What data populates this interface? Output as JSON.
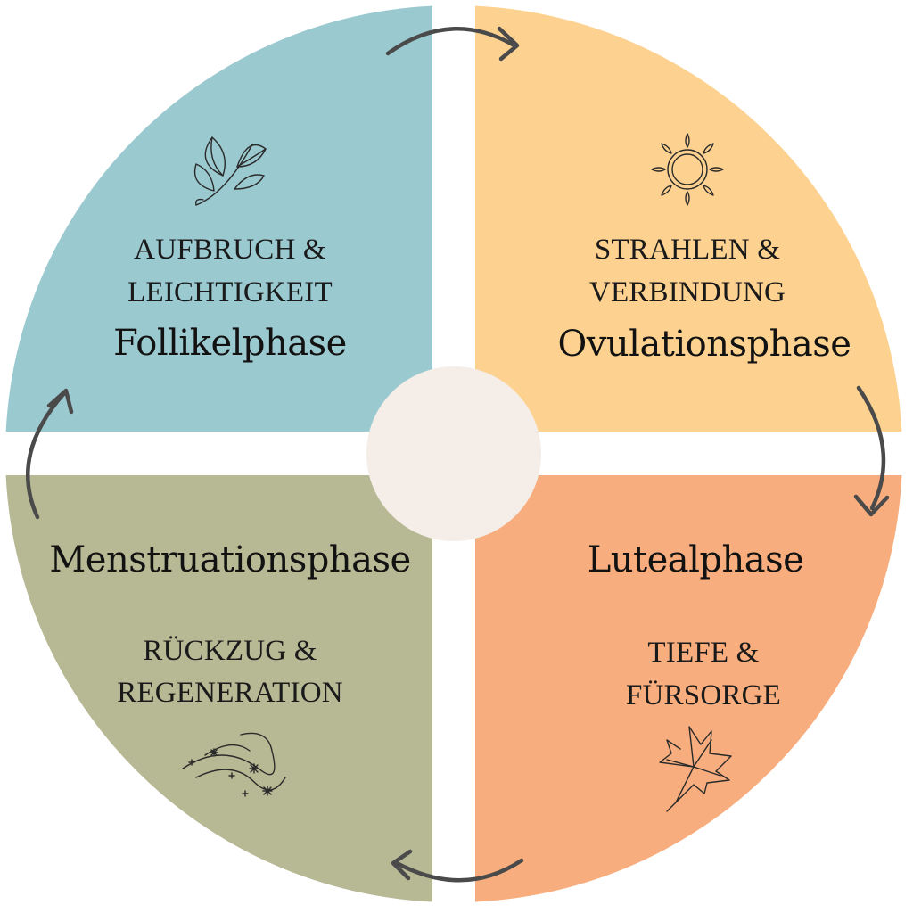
{
  "colors": {
    "follicular": "#9bc9d0",
    "ovulation": "#fdd290",
    "luteal": "#f7ad7d",
    "menstruation": "#b7b894",
    "center": "#f4ede8",
    "arrows": "#4a4a4a"
  },
  "phases": {
    "follicular": {
      "icon": "leaf-sprig-icon",
      "subtitle_line1": "AUFBRUCH &",
      "subtitle_line2": "LEICHTIGKEIT",
      "name": "Follikelphase"
    },
    "ovulation": {
      "icon": "sun-icon",
      "subtitle_line1": "STRAHLEN &",
      "subtitle_line2": "VERBINDUNG",
      "name": "Ovulationsphase"
    },
    "luteal": {
      "icon": "maple-leaf-icon",
      "name": "Lutealphase",
      "subtitle_line1": "TIEFE &",
      "subtitle_line2": "FÜRSORGE"
    },
    "menstruation": {
      "icon": "snowflake-swirl-icon",
      "name": "Menstruationsphase",
      "subtitle_line1": "RÜCKZUG &",
      "subtitle_line2": "REGENERATION"
    }
  }
}
